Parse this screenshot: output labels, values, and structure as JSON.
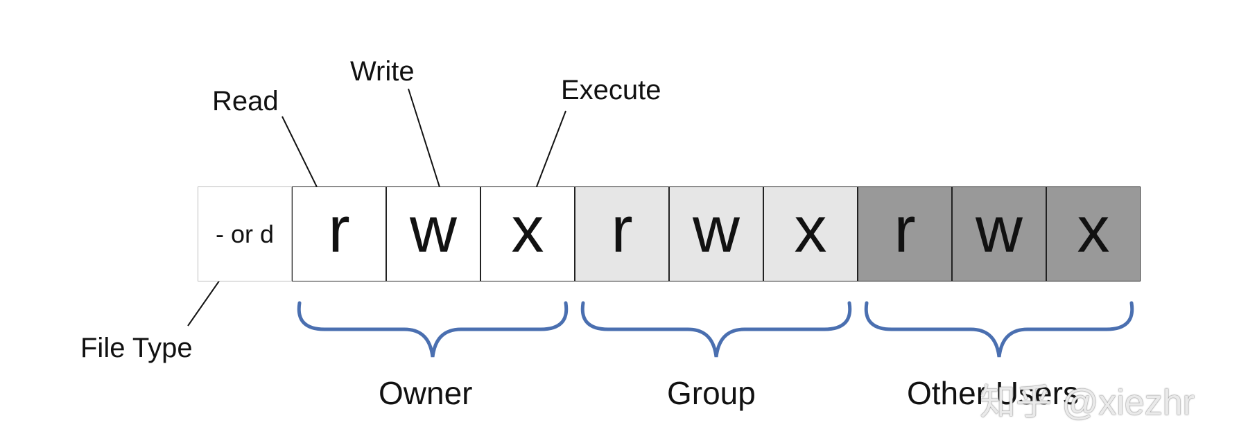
{
  "file_type": {
    "cell_text": "- or d",
    "label": "File Type"
  },
  "callouts": {
    "read": "Read",
    "write": "Write",
    "execute": "Execute"
  },
  "groups": [
    {
      "name": "Owner",
      "bits": [
        "r",
        "w",
        "x"
      ],
      "fill": "#ffffff"
    },
    {
      "name": "Group",
      "bits": [
        "r",
        "w",
        "x"
      ],
      "fill": "#e6e6e6"
    },
    {
      "name": "Other Users",
      "bits": [
        "r",
        "w",
        "x"
      ],
      "fill": "#999999"
    }
  ],
  "colors": {
    "brace": "#4a6fb0",
    "border": "#222222",
    "leader_line": "#111111"
  },
  "watermark": "知乎 @xiezhr"
}
